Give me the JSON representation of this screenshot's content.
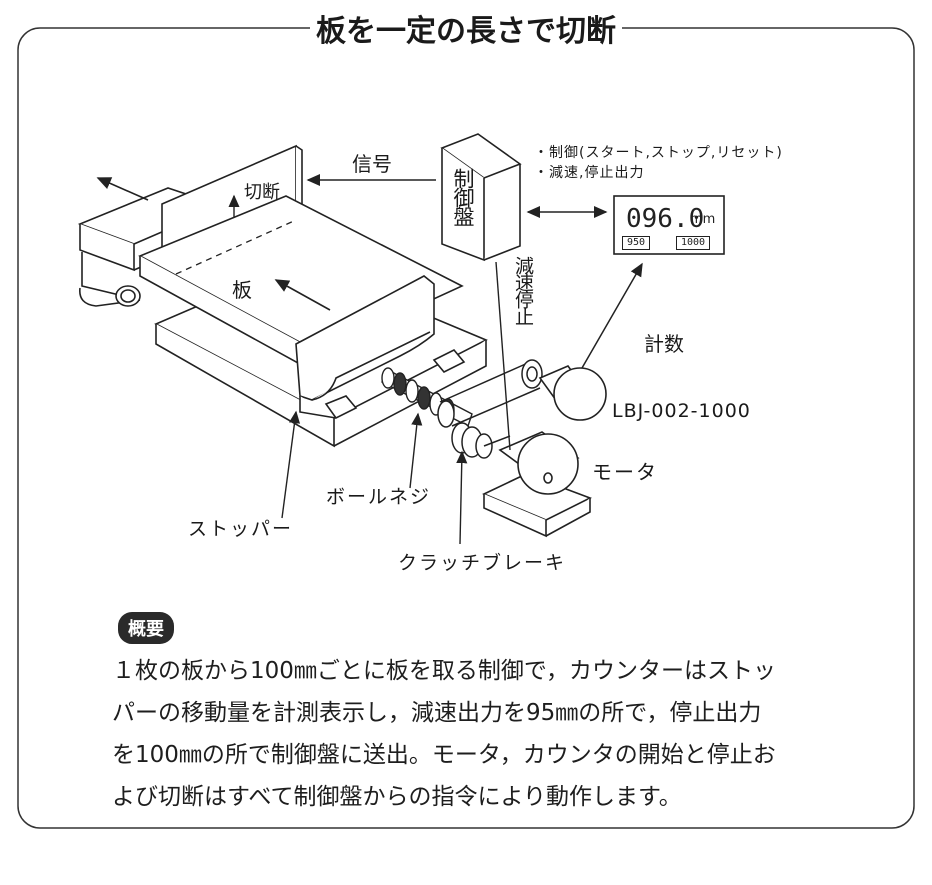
{
  "title": "板を一定の長さで切断",
  "labels": {
    "signal": "信号",
    "cut": "切断",
    "plate": "板",
    "controller": "制御盤",
    "control_list_1": "・制御(スタート,ストップ,リセット)",
    "control_list_2": "・減速,停止出力",
    "decel_stop": "減速停止",
    "count": "計数",
    "encoder_model": "LBJ-002-1000",
    "motor": "モータ",
    "ball_screw": "ボールネジ",
    "stopper": "ストッパー",
    "clutch_brake": "クラッチブレーキ"
  },
  "counter": {
    "value": "096.0",
    "unit": "mm",
    "preset_1": "950",
    "preset_2": "1000"
  },
  "summary": {
    "heading": "概要",
    "lines": [
      "１枚の板から100㎜ごとに板を取る制御で，カウンターはストッ",
      "パーの移動量を計測表示し，減速出力を95㎜の所で，停止出力",
      "を100㎜の所で制御盤に送出。モータ，カウンタの開始と停止お",
      "よび切断はすべて制御盤からの指令により動作します。"
    ]
  }
}
